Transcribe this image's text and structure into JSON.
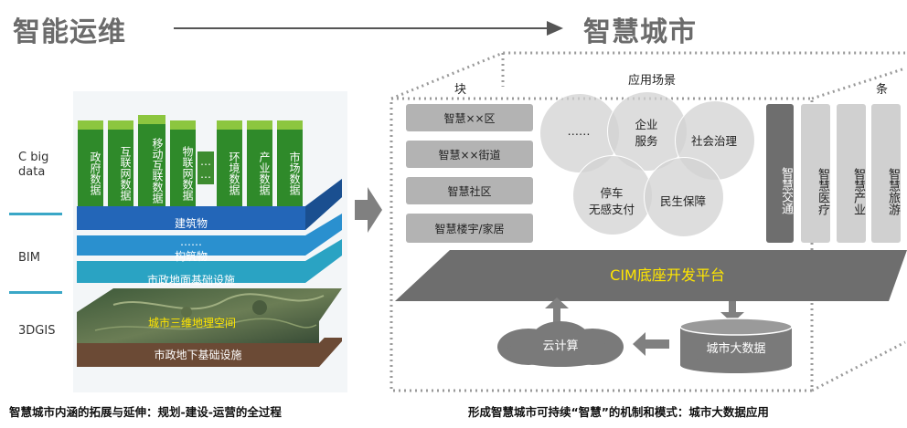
{
  "header": {
    "left_title": "智能运维",
    "right_title": "智慧城市"
  },
  "left_panel": {
    "side_labels": [
      "C big\ndata",
      "BIM",
      "3DGIS"
    ],
    "data_blocks": [
      "政府数据",
      "互联网数据",
      "移动互联数据",
      "物联网数据",
      "……",
      "环境数据",
      "产业数据",
      "市场数据"
    ],
    "layers": {
      "building": "建筑物",
      "dots": "……",
      "structure": "构筑物",
      "municipal_surface": "市政地面基础设施",
      "terrain": "城市三维地理空间",
      "underground": "市政地下基础设施"
    },
    "caption": "智慧城市内涵的拓展与延伸：规划-建设-运营的全过程"
  },
  "right_panel": {
    "block_label": "块",
    "scene_label": "应用场景",
    "strip_label": "条",
    "blocks": [
      "智慧××区",
      "智慧××街道",
      "智慧社区",
      "智慧楼宇/家居"
    ],
    "circles": {
      "dots": "……",
      "enterprise": "企业\n服务",
      "social": "社会治理",
      "parking": "停车\n无感支付",
      "livelihood": "民生保障"
    },
    "columns": [
      "智慧交通",
      "智慧医疗",
      "智慧产业",
      "智慧旅游"
    ],
    "platform": "CIM底座开发平台",
    "cloud": "云计算",
    "bigdata": "城市大数据",
    "caption": "形成智慧城市可持续“智慧”的机制和模式：城市大数据应用"
  },
  "colors": {
    "title_gray": "#6b6b6b",
    "green_dark": "#2f8a2a",
    "green_light": "#8cc63f",
    "blue_dark": "#1f63b3",
    "teal": "#2aa3c3",
    "platform_gray": "#6e6e6e",
    "platform_text": "#ffe600",
    "column_dark": "#6e6e6e",
    "column_light": "#d0d0d0"
  }
}
